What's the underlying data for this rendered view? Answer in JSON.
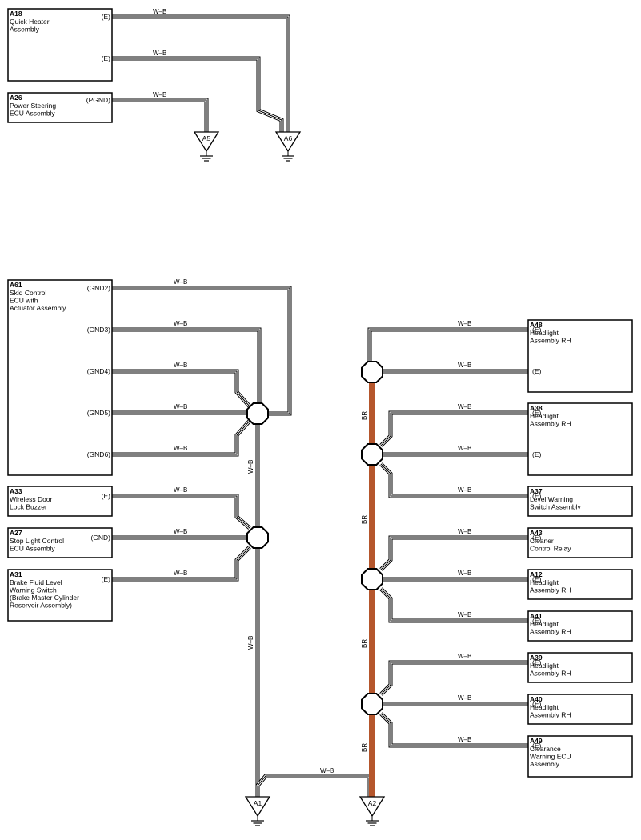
{
  "wire_colors": {
    "main": "W–B",
    "bus": "BR"
  },
  "colors": {
    "bus_wire": "#b5562c",
    "line": "#000000",
    "background": "#ffffff"
  },
  "components": {
    "A18": {
      "code": "A18",
      "name": [
        "Quick Heater",
        "Assembly"
      ],
      "pins": [
        "(E)",
        "(E)"
      ]
    },
    "A26": {
      "code": "A26",
      "name": [
        "Power Steering",
        "ECU Assembly"
      ],
      "pins": [
        "(PGND)"
      ]
    },
    "A61": {
      "code": "A61",
      "name": [
        "Skid Control",
        "ECU with",
        "Actuator Assembly"
      ],
      "pins": [
        "(GND2)",
        "(GND3)",
        "(GND4)",
        "(GND5)",
        "(GND6)"
      ]
    },
    "A33": {
      "code": "A33",
      "name": [
        "Wireless Door",
        "Lock Buzzer"
      ],
      "pins": [
        "(E)"
      ]
    },
    "A27": {
      "code": "A27",
      "name": [
        "Stop Light Control",
        "ECU Assembly"
      ],
      "pins": [
        "(GND)"
      ]
    },
    "A31": {
      "code": "A31",
      "name": [
        "Brake Fluid Level",
        "Warning Switch",
        "(Brake Master Cylinder",
        " Reservoir Assembly)"
      ],
      "pins": [
        "(E)"
      ]
    },
    "A48": {
      "code": "A48",
      "name": [
        "Headlight",
        "Assembly RH"
      ],
      "pins": [
        "(E)",
        "(E)"
      ]
    },
    "A38": {
      "code": "A38",
      "name": [
        "Headlight",
        "Assembly RH"
      ],
      "pins": [
        "(E)",
        "(E)"
      ]
    },
    "A37": {
      "code": "A37",
      "name": [
        "Level Warning",
        "Switch Assembly"
      ],
      "pins": [
        "(E)"
      ]
    },
    "A43": {
      "code": "A43",
      "name": [
        "Cleaner",
        "Control Relay"
      ],
      "pins": [
        "(E)"
      ]
    },
    "A12": {
      "code": "A12",
      "name": [
        "Headlight",
        "Assembly RH"
      ],
      "pins": [
        "(E)"
      ]
    },
    "A41": {
      "code": "A41",
      "name": [
        "Headlight",
        "Assembly RH"
      ],
      "pins": [
        "(E)"
      ]
    },
    "A39": {
      "code": "A39",
      "name": [
        "Headlight",
        "Assembly RH"
      ],
      "pins": [
        "(E)"
      ]
    },
    "A40": {
      "code": "A40",
      "name": [
        "Headlight",
        "Assembly RH"
      ],
      "pins": [
        "(E)"
      ]
    },
    "A49": {
      "code": "A49",
      "name": [
        "Clearance",
        "Warning ECU",
        "Assembly"
      ],
      "pins": [
        "(E)"
      ]
    }
  },
  "grounds": [
    "A5",
    "A6",
    "A1",
    "A2"
  ]
}
